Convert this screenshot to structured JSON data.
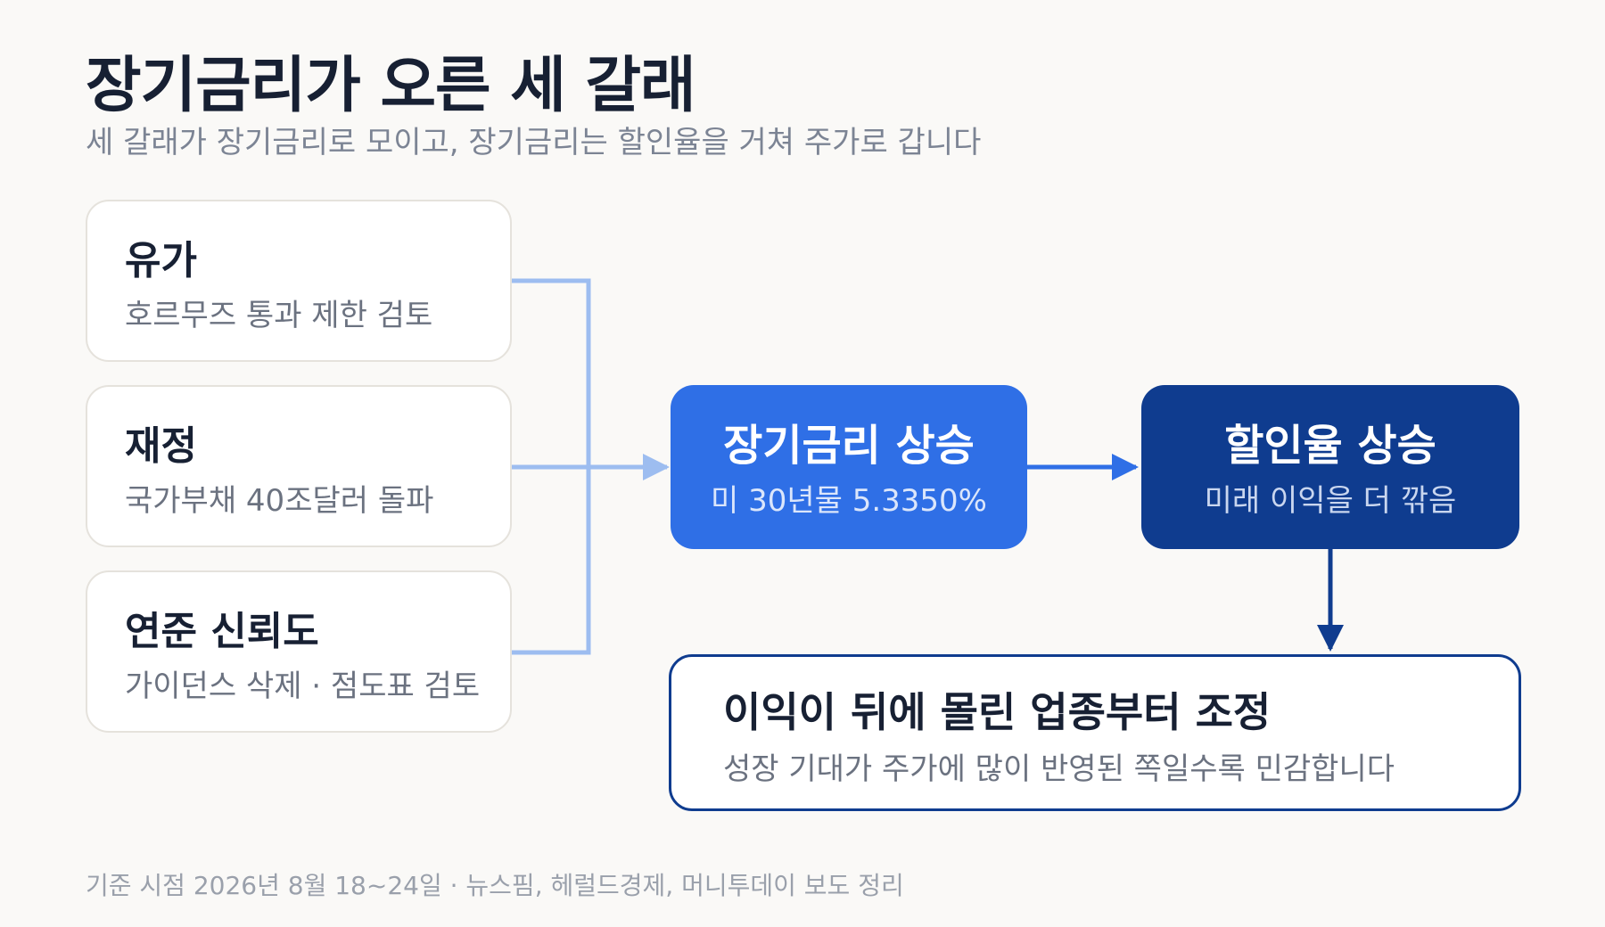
{
  "title": "장기금리가 오른 세 갈래",
  "subtitle": "세 갈래가 장기금리로 모이고, 장기금리는 할인율을 거쳐 주가로 갑니다",
  "sources": [
    {
      "name": "유가",
      "desc": "호르무즈 통과 제한 검토"
    },
    {
      "name": "재정",
      "desc": "국가부채 40조달러 돌파"
    },
    {
      "name": "연준 신뢰도",
      "desc": "가이던스 삭제 · 점도표 검토"
    }
  ],
  "nodes": {
    "rate": {
      "name": "장기금리 상승",
      "desc": "미 30년물 5.3350%"
    },
    "discount": {
      "name": "할인율 상승",
      "desc": "미래 이익을 더 깎음"
    },
    "result": {
      "name": "이익이 뒤에 몰린 업종부터 조정",
      "desc": "성장 기대가 주가에 많이 반영된 쪽일수록 민감합니다"
    }
  },
  "footnote": "기준 시점 2026년 8월 18~24일 · 뉴스핌, 헤럴드경제, 머니투데이 보도 정리",
  "colors": {
    "background": "#faf9f7",
    "connector_light": "#9dbdf0",
    "rate_node": "#2f6fe6",
    "discount_node": "#0f3c8f",
    "connector_dark": "#0f3c8f"
  }
}
